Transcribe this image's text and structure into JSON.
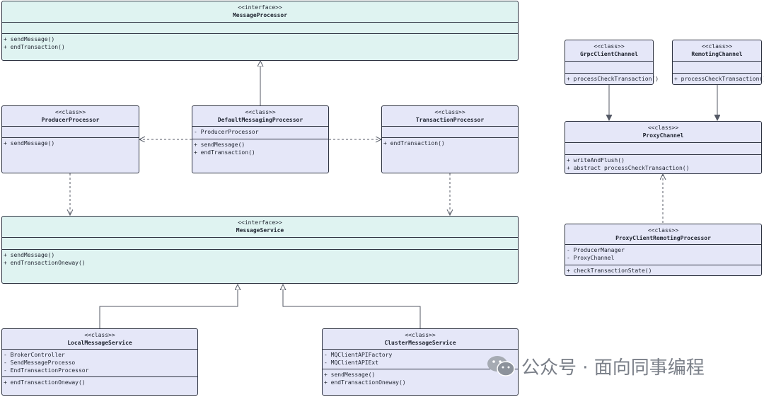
{
  "watermark": {
    "text": "公众号 · 面向同事编程",
    "icon": "wechat-icon"
  },
  "boxes": {
    "message_processor": {
      "stereotype": "<<interface>>",
      "name": "MessageProcessor",
      "attributes": [],
      "methods": [
        "+ sendMessage()",
        "+ endTransaction()"
      ]
    },
    "producer_processor": {
      "stereotype": "<<class>>",
      "name": "ProducerProcessor",
      "attributes": [],
      "methods": [
        "+ sendMessage()"
      ]
    },
    "default_messaging_processor": {
      "stereotype": "<<class>>",
      "name": "DefaultMessagingProcessor",
      "attributes": [
        "- ProducerProcessor"
      ],
      "methods": [
        "+ sendMessage()",
        "+ endTransaction()"
      ]
    },
    "transaction_processor": {
      "stereotype": "<<class>>",
      "name": "TransactionProcessor",
      "attributes": [],
      "methods": [
        "+ endTransaction()"
      ]
    },
    "message_service": {
      "stereotype": "<<interface>>",
      "name": "MessageService",
      "attributes": [],
      "methods": [
        "+ sendMessage()",
        "+ endTransactionOneway()"
      ]
    },
    "local_message_service": {
      "stereotype": "<<class>>",
      "name": "LocalMessageService",
      "attributes": [
        "- BrokerController",
        "- SendMessageProcesso",
        "- EndTransactionProcessor"
      ],
      "methods": [
        "+ endTransactionOneway()"
      ]
    },
    "cluster_message_service": {
      "stereotype": "<<class>>",
      "name": "ClusterMessageService",
      "attributes": [
        "- MQClientAPIFactory",
        "- MQClientAPIExt"
      ],
      "methods": [
        "+ sendMessage()",
        "+ endTransactionOneway()"
      ]
    },
    "grpc_client_channel": {
      "stereotype": "<<class>>",
      "name": "GrpcClientChannel",
      "attributes": [],
      "methods": [
        "+ processCheckTransaction()"
      ]
    },
    "remoting_channel": {
      "stereotype": "<<class>>",
      "name": "RemotingChannel",
      "attributes": [],
      "methods": [
        "+ processCheckTransaction()"
      ]
    },
    "proxy_channel": {
      "stereotype": "<<class>>",
      "name": "ProxyChannel",
      "attributes": [],
      "methods": [
        "+ writeAndFlush()",
        "+ abstract processCheckTransaction()"
      ]
    },
    "proxy_client_remoting_processor": {
      "stereotype": "<<class>>",
      "name": "ProxyClientRemotingProcessor",
      "attributes": [
        "- ProducerManager",
        "- ProxyChannel"
      ],
      "methods": [
        "+ checkTransactionState()"
      ]
    }
  }
}
